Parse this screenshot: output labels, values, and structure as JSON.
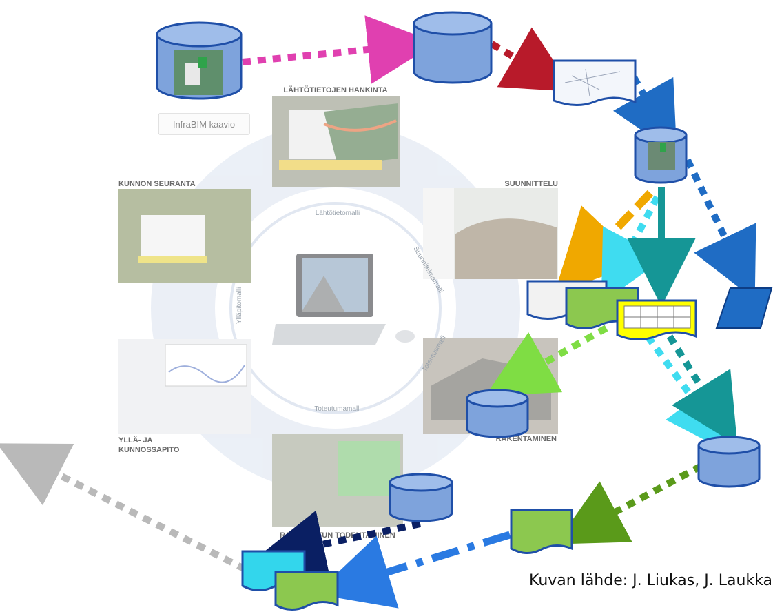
{
  "cycle": {
    "center_title": "InfraBIM kaavio",
    "phases": [
      {
        "id": "lahtotiedot",
        "label": "LÄHTÖTIETOJEN HANKINTA"
      },
      {
        "id": "suunnittelu",
        "label": "SUUNNITTELU"
      },
      {
        "id": "rakentaminen",
        "label": "RAKENTAMINEN"
      },
      {
        "id": "toteuma",
        "label": "RAKENNETUN TODENTAMINEN"
      },
      {
        "id": "yllapito1",
        "label": "YLLÄ- JA"
      },
      {
        "id": "yllapito2",
        "label": "KUNNOSSAPITO"
      },
      {
        "id": "seuranta",
        "label": "KUNNON SEURANTA"
      }
    ],
    "ring_labels": [
      "Lähtötietomalli",
      "Suunnitelmamalli",
      "Toteutusmalli",
      "Toteutumamalli",
      "Ylläpitomalli"
    ]
  },
  "caption": "Kuvan lähde: J. Liukas, J. Laukkanen",
  "colors": {
    "cylinder": "#7ea3dc",
    "cylinder_stroke": "#1f4fa8",
    "doc_green": "#8cc84f",
    "doc_yellow": "#ffff00",
    "doc_cyan": "#33d6ec",
    "doc_white": "#f2f2f2",
    "arrow_magenta": "#e040b0",
    "arrow_red": "#b81a2a",
    "arrow_blue": "#1f6cc4",
    "arrow_orange": "#f0a800",
    "arrow_cyan": "#3fdcf0",
    "arrow_teal": "#159696",
    "arrow_lightgreen": "#7fdd44",
    "arrow_olive": "#5a9a1a",
    "arrow_navy": "#0a1f63",
    "arrow_grey": "#b9b9b9"
  }
}
